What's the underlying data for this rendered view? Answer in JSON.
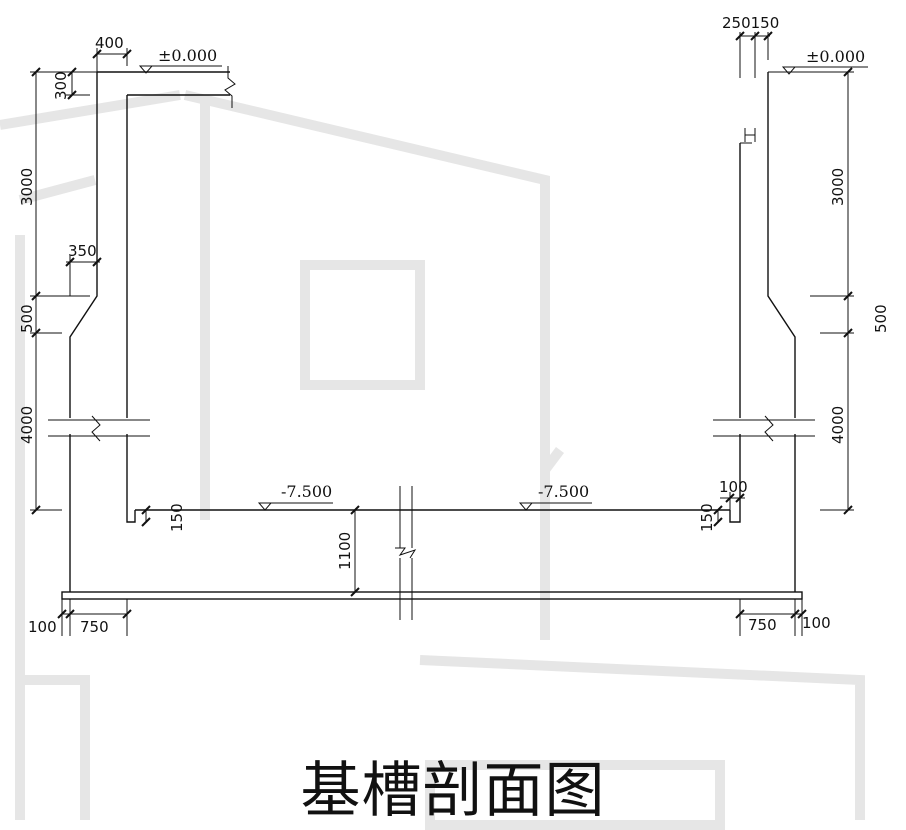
{
  "title": "基槽剖面图",
  "levels": {
    "top_left": "±0.000",
    "top_right": "±0.000",
    "bottom_left": "-7.500",
    "bottom_right": "-7.500"
  },
  "dimensions": {
    "top_width_left": "400",
    "top_offset_left": "300",
    "left_upper_depth": "3000",
    "left_step_width": "350",
    "left_step_height": "500",
    "left_lower_depth": "4000",
    "left_pad_height": "150",
    "center_height": "1100",
    "bottom_left_outer": "100",
    "bottom_left_inner": "750",
    "top_right_widths": "250150",
    "right_upper_depth": "3000",
    "right_step_height": "500",
    "right_lower_depth": "4000",
    "right_pad_width": "100",
    "right_pad_height": "150",
    "bottom_right_inner": "750",
    "bottom_right_outer": "100"
  },
  "colors": {
    "line": "#111111",
    "background": "#ffffff",
    "watermark": "#e9e9e9"
  }
}
